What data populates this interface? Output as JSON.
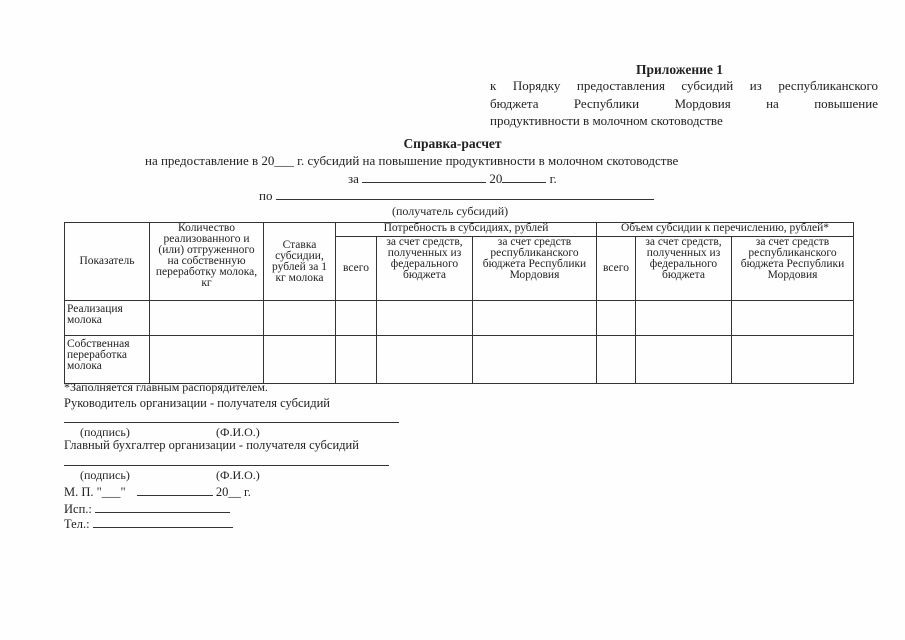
{
  "appendix": {
    "title": "Приложение 1",
    "lines": [
      "к Порядку предоставления субсидий из республиканского",
      "бюджета Республики Мордовия на повышение",
      "продуктивности в молочном скотоводстве"
    ]
  },
  "title": "Справка-расчет",
  "subtitle": "на предоставление в 20___ г. субсидий на повышение продуктивности в молочном скотоводстве",
  "period": {
    "prefix": "за",
    "year": "20",
    "suffix": "г."
  },
  "recipient": {
    "prefix": "по",
    "caption": "(получатель субсидий)"
  },
  "table": {
    "col_indicator": "Показатель",
    "col_quantity": "Количество реализованного и (или) отгруженного на собственную переработку молока, кг",
    "col_rate": "Ставка субсидии, рублей за 1 кг молока",
    "group_need": "Потребность в субсидиях, рублей",
    "group_transfer": "Объем субсидии к перечислению, рублей*",
    "sub_total": "всего",
    "sub_federal": "за счет средств, полученных из федерального бюджета",
    "sub_republic": "за счет средств республиканского бюджета Республики Мордовия",
    "rows": [
      "Реализация молока",
      "Собственная переработка молока"
    ]
  },
  "footnote": "*Заполняется главным распорядителем.",
  "signatures": {
    "head": "Руководитель организации - получателя субсидий",
    "accountant": "Главный бухгалтер организации - получателя субсидий",
    "sign_caption": "(подпись)",
    "name_caption": "(Ф.И.О.)",
    "stamp": "М. П. \"___\"",
    "stamp_year": "20__ г.",
    "executor": "Исп.:",
    "phone": "Тел.:"
  }
}
